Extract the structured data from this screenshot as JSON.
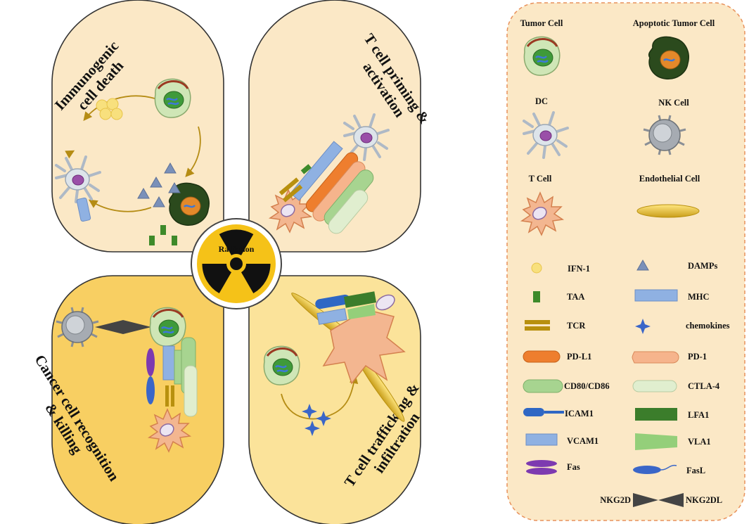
{
  "center": {
    "label": "Radiation"
  },
  "quadrants": {
    "top_left": {
      "title_line1": "Immunogenic",
      "title_line2": "cell death"
    },
    "top_right": {
      "title_line1": "T cell priming &",
      "title_line2": "activation"
    },
    "bottom_left": {
      "title_line1": "Cancer cell recognition",
      "title_line2": "& killing"
    },
    "bottom_right": {
      "title_line1": "T cell trafficking &",
      "title_line2": "infiltration"
    }
  },
  "legend": {
    "cells": {
      "tumor_cell": "Tumor Cell",
      "apoptotic_tumor_cell": "Apoptotic Tumor Cell",
      "dc": "DC",
      "nk_cell": "NK Cell",
      "t_cell": "T Cell",
      "endothelial_cell": "Endothelial Cell"
    },
    "molecules": {
      "ifn1": "IFN-1",
      "damps": "DAMPs",
      "taa": "TAA",
      "mhc": "MHC",
      "tcr": "TCR",
      "chemokines": "chemokines",
      "pdl1": "PD-L1",
      "pd1": "PD-1",
      "cd80_cd86": "CD80/CD86",
      "ctla4": "CTLA-4",
      "icam1": "ICAM1",
      "lfa1": "LFA1",
      "vcam1": "VCAM1",
      "vla1": "VLA1",
      "fas": "Fas",
      "fasl": "FasL",
      "nkg2d": "NKG2D",
      "nkg2dl": "NKG2DL"
    }
  },
  "colors": {
    "quad_top": "#fbe8c6",
    "quad_bottom": "#f8cf62",
    "legend_bg": "#fbe8c6",
    "legend_border": "#e8915b",
    "radiation_yellow": "#f5c218",
    "taa_green": "#3e8a2a",
    "mhc_blue": "#8fb1e2",
    "tcr_gold": "#b8900e",
    "pdl1_orange": "#ee7e2e",
    "pd1_salmon": "#f6b48c",
    "cd80_green": "#a7d490",
    "ctla4_pale": "#e0eecf",
    "icam1_blue": "#2f67c4",
    "lfa1_green": "#3b7d2b",
    "vla1_green": "#94cf7a",
    "fas_purple": "#7d3ab0",
    "fasl_blue": "#3a66c8",
    "damps_blue": "#7a90b9",
    "ifn_yellow": "#f8e07d"
  }
}
